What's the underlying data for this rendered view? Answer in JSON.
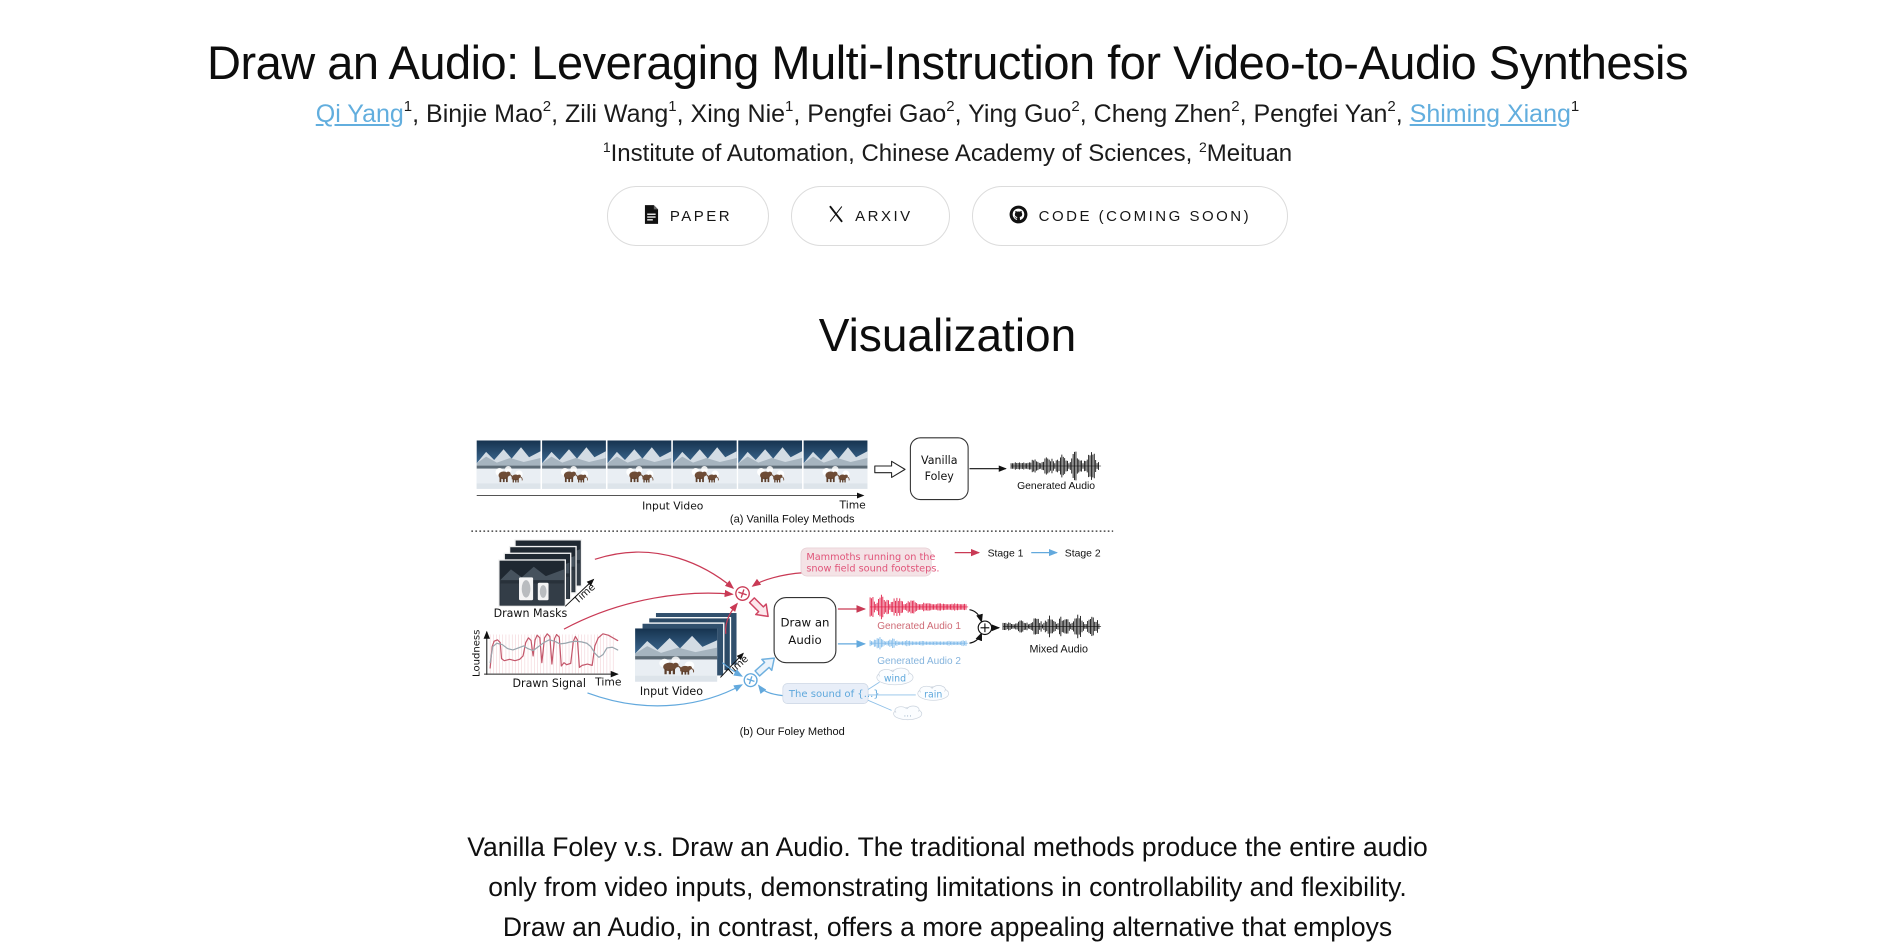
{
  "header": {
    "title": "Draw an Audio: Leveraging Multi-Instruction for Video-to-Audio Synthesis",
    "authors": [
      {
        "name": "Qi Yang",
        "sup": "1",
        "sep": ", "
      },
      {
        "name": "Binjie Mao",
        "sup": "2",
        "sep": ", "
      },
      {
        "name": "Zili Wang",
        "sup": "1",
        "sep": ", "
      },
      {
        "name": "Xing Nie",
        "sup": "1",
        "sep": ", "
      },
      {
        "name": "Pengfei Gao",
        "sup": "2",
        "sep": ", "
      },
      {
        "name": "Ying Guo",
        "sup": "2",
        "sep": ", "
      },
      {
        "name": "Cheng Zhen",
        "sup": "2",
        "sep": ", "
      },
      {
        "name": "Pengfei Yan",
        "sup": "2",
        "sep": ", "
      },
      {
        "name": "Shiming Xiang",
        "sup": "1",
        "sep": ""
      }
    ],
    "affiliation": {
      "sup1": "1",
      "org1": "Institute of Automation, Chinese Academy of Sciences, ",
      "sup2": "2",
      "org2": "Meituan"
    },
    "buttons": [
      {
        "label": "PAPER",
        "icon": "pdf-icon"
      },
      {
        "label": "ARXIV",
        "icon": "arxiv-icon"
      },
      {
        "label": "CODE (COMING SOON)",
        "icon": "github-icon"
      }
    ]
  },
  "section": {
    "heading": "Visualization"
  },
  "figure": {
    "panel_a": {
      "input_video_label": "Input Video",
      "time_label": "Time",
      "box_line1": "Vanilla",
      "box_line2": "Foley",
      "generated_audio_label": "Generated Audio",
      "caption": "(a) Vanilla Foley Methods"
    },
    "panel_b": {
      "drawn_masks_label": "Drawn Masks",
      "masks_time_label": "Time",
      "loudness_label": "Loudness",
      "drawn_signal_label": "Drawn Signal",
      "signal_time_label": "Time",
      "input_video_label": "Input Video",
      "video_time_label": "Time",
      "prompt_line1": "Mammoths running on the",
      "prompt_line2": "snow field sound footsteps.",
      "legend": [
        {
          "label": "Stage 1",
          "color": "#c93a55"
        },
        {
          "label": "Stage 2",
          "color": "#63a9dd"
        }
      ],
      "box_line1": "Draw an",
      "box_line2": "Audio",
      "generated_audio1_label": "Generated Audio 1",
      "generated_audio2_label": "Generated Audio 2",
      "mixed_audio_label": "Mixed Audio",
      "sound_prompt": "The sound of {...}",
      "cloud1": "wind",
      "cloud2": "rain",
      "cloud3": "...",
      "caption": "(b) Our Foley Method"
    }
  },
  "description": {
    "line1": "Vanilla Foley v.s. Draw an Audio. The traditional methods produce the entire audio",
    "line2": "only from video inputs, demonstrating limitations in controllability and flexibility.",
    "line3": "Draw an Audio, in contrast, offers a more appealing alternative that employs"
  },
  "colors": {
    "link": "#62aede",
    "stage1": "#c93a55",
    "stage2": "#63a9dd",
    "prompt_pink_bg": "#f4e3e6",
    "prompt_blue_bg": "#e8eef8"
  }
}
